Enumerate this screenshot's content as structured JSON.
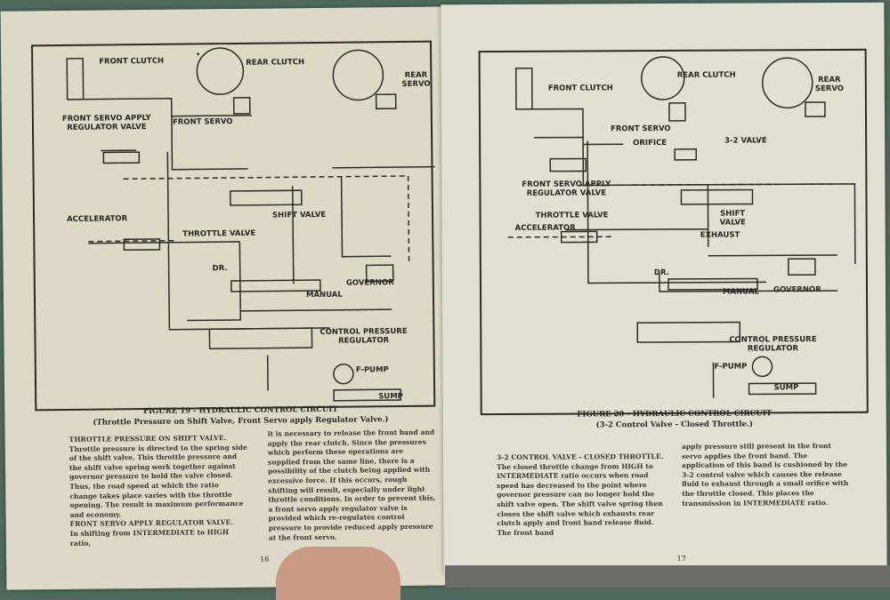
{
  "left_page": {
    "figure": {
      "title": "FIGURE 19 - HYDRAULIC CONTROL CIRCUIT",
      "subtitle": "(Throttle Pressure on Shift Valve, Front Servo apply Regulator Valve.)",
      "labels": {
        "front_clutch": "FRONT CLUTCH",
        "rear_clutch": "REAR CLUTCH",
        "rear_servo": "REAR\nSERVO",
        "front_servo_apply": "FRONT SERVO APPLY\nREGULATOR VALVE",
        "front_servo": "FRONT SERVO",
        "shift_valve": "SHIFT VALVE",
        "accelerator": "ACCELERATOR",
        "throttle_valve": "THROTTLE VALVE",
        "dr": "DR.",
        "manual": "MANUAL",
        "governor": "GOVERNOR",
        "cpr": "CONTROL PRESSURE\nREGULATOR",
        "fpump": "F-PUMP",
        "sump": "SUMP"
      }
    },
    "col1": "THROTTLE PRESSURE ON SHIFT VALVE.\nThrottle pressure is directed to the spring side of the shift valve. This throttle pressure and the shift valve spring work together against governor pressure to hold the valve closed. Thus, the road speed at which the ratio change takes place varies with the throttle opening. The result is maximum performance and economy.\nFRONT SERVO APPLY REGULATOR VALVE.\nIn shifting from INTERMEDIATE to HIGH ratio,",
    "col2": "it is necessary to release the front band and apply the rear clutch. Since the pressures which perform these operations are supplied from the same line, there is a possibility of the clutch being applied with excessive force. If this occurs, rough shifting will result, especially under light throttle conditions. In order to prevent this, a front servo apply regulator valve is provided which re-regulates control pressure to provide reduced apply pressure at the front servo.",
    "page_number": "16"
  },
  "right_page": {
    "figure": {
      "title": "FIGURE 20 - HYDRAULIC CONTROL CIRCUIT",
      "subtitle": "(3-2 Control Valve - Closed Throttle.)",
      "labels": {
        "front_clutch": "FRONT CLUTCH",
        "rear_clutch": "REAR CLUTCH",
        "rear_servo": "REAR\nSERVO",
        "front_servo": "FRONT SERVO",
        "orifice": "ORIFICE",
        "valve32": "3-2 VALVE",
        "front_servo_apply": "FRONT SERVO APPLY\nREGULATOR VALVE",
        "throttle_valve": "THROTTLE VALVE",
        "accelerator": "ACCELERATOR",
        "shift_valve": "SHIFT\nVALVE",
        "exhaust": "EXHAUST",
        "dr": "DR.",
        "manual": "MANUAL",
        "governor": "GOVERNOR",
        "cpr": "CONTROL PRESSURE\nREGULATOR",
        "fpump": "F-PUMP",
        "sump": "SUMP"
      }
    },
    "col1": "3-2 CONTROL VALVE - CLOSED THROTTLE.\nThe closed throttle change from HIGH to INTERMEDIATE ratio occurs when road speed has decreased to the point where governor pressure can no longer hold the shift valve open. The shift valve spring then closes the shift valve which exhausts rear clutch apply and front band release fluid. The front band",
    "col2": "apply pressure still present in the front servo applies the front band. The application of this band is cushioned by the 3-2 control valve which causes the release fluid to exhaust through a small orifice with the throttle closed. This places the transmission in INTERMEDIATE ratio.",
    "page_number": "17"
  },
  "colors": {
    "paper_left": "#ded9c7",
    "paper_right": "#e2e0d3",
    "ink": "#2e2a26",
    "background": "#4f6a5c"
  }
}
